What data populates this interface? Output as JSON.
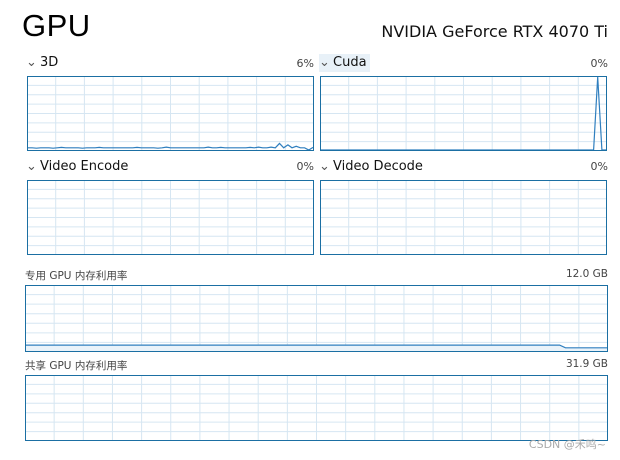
{
  "title": "GPU",
  "device_name": "NVIDIA GeForce RTX 4070 Ti",
  "engines": [
    {
      "label": "3D",
      "percent": "6%",
      "selected": false
    },
    {
      "label": "Cuda",
      "percent": "0%",
      "selected": true
    },
    {
      "label": "Video Encode",
      "percent": "0%",
      "selected": false
    },
    {
      "label": "Video Decode",
      "percent": "0%",
      "selected": false
    }
  ],
  "dedicated_memory": {
    "label": "专用 GPU 内存利用率",
    "max": "12.0 GB"
  },
  "shared_memory": {
    "label": "共享 GPU 内存利用率",
    "max": "31.9 GB"
  },
  "watermark": "CSDN @禾鸣~",
  "colors": {
    "line": "#2f7fbf",
    "border": "#1b6fa3",
    "grid": "#d6e6f2"
  },
  "series": {
    "3d": [
      3,
      3,
      2.5,
      3,
      3,
      3,
      2.5,
      3,
      3.5,
      3,
      3,
      3,
      3,
      2.5,
      3,
      3,
      3,
      3.5,
      3,
      3,
      3,
      3,
      3,
      3,
      3,
      3,
      3.5,
      3,
      3,
      3,
      3,
      2.5,
      3,
      4,
      3,
      3,
      3,
      3,
      3,
      3,
      3,
      3,
      3,
      4,
      3,
      3,
      3.5,
      3,
      3,
      3,
      3,
      3,
      3,
      3.5,
      3,
      4,
      3,
      3,
      4,
      3,
      9,
      3,
      7,
      3,
      5,
      3,
      3,
      0,
      3.5
    ],
    "cuda": [
      0,
      0,
      0,
      0,
      0,
      0,
      0,
      0,
      0,
      0,
      0,
      0,
      0,
      0,
      0,
      0,
      0,
      0,
      0,
      0,
      0,
      0,
      0,
      0,
      0,
      0,
      0,
      0,
      0,
      0,
      0,
      0,
      0,
      0,
      0,
      0,
      0,
      0,
      0,
      0,
      0,
      0,
      0,
      0,
      0,
      0,
      0,
      0,
      0,
      0,
      0,
      0,
      0,
      0,
      0,
      0,
      0,
      0,
      0,
      0,
      0,
      0,
      0,
      0,
      0,
      0,
      0,
      100,
      0,
      0
    ],
    "encode": [
      0
    ],
    "decode": [
      0
    ],
    "dedicated": [
      9,
      9,
      9,
      9,
      9,
      9,
      9,
      9,
      9,
      9,
      9,
      9,
      9,
      9,
      9,
      9,
      9,
      9,
      9,
      9,
      9,
      9,
      9,
      9,
      9,
      9,
      9,
      9,
      9,
      9,
      9,
      9,
      9,
      9,
      9,
      9,
      9,
      9,
      9,
      9,
      9,
      9,
      9,
      9,
      9,
      9,
      9,
      9,
      9,
      9,
      9,
      9,
      9,
      9,
      9,
      9,
      9,
      9,
      9,
      9,
      9,
      9,
      9,
      9,
      9,
      9,
      9,
      9,
      9,
      9,
      9,
      9,
      9,
      9,
      9,
      9,
      9,
      9,
      9,
      9,
      9,
      9,
      9,
      9,
      9,
      9,
      9,
      9,
      9,
      9,
      9,
      5,
      5,
      5,
      5,
      5,
      5,
      5,
      5
    ],
    "shared": [
      0
    ]
  }
}
